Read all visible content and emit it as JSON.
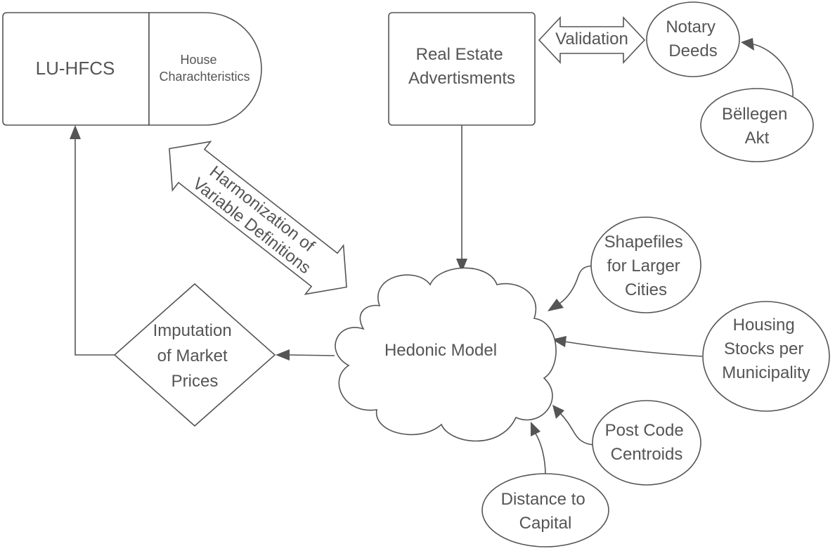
{
  "nodes": {
    "lu_hfcs": {
      "label": "LU-HFCS"
    },
    "house_characteristics": {
      "lines": [
        "House",
        "Charachteristics"
      ]
    },
    "real_estate_ads": {
      "lines": [
        "Real Estate",
        "Advertisments"
      ]
    },
    "validation": {
      "label": "Validation"
    },
    "notary_deeds": {
      "lines": [
        "Notary",
        "Deeds"
      ]
    },
    "bellegen_akt": {
      "lines": [
        "Bëllegen",
        "Akt"
      ]
    },
    "harmonization": {
      "lines": [
        "Harmonization of",
        "Variable Definitions"
      ]
    },
    "hedonic_model": {
      "label": "Hedonic Model"
    },
    "imputation": {
      "lines": [
        "Imputation",
        "of Market",
        "Prices"
      ]
    },
    "shapefiles": {
      "lines": [
        "Shapefiles",
        "for Larger",
        "Cities"
      ]
    },
    "housing_stocks": {
      "lines": [
        "Housing",
        "Stocks per",
        "Municipality"
      ]
    },
    "post_code": {
      "lines": [
        "Post Code",
        "Centroids"
      ]
    },
    "distance": {
      "lines": [
        "Distance to",
        "Capital"
      ]
    }
  },
  "edges": [
    {
      "from": "real_estate_ads",
      "to": "hedonic_model"
    },
    {
      "from": "bellegen_akt",
      "to": "notary_deeds"
    },
    {
      "from": "real_estate_ads",
      "to": "notary_deeds",
      "via": "validation",
      "bidirectional": true
    },
    {
      "from": "shapefiles",
      "to": "hedonic_model"
    },
    {
      "from": "housing_stocks",
      "to": "hedonic_model"
    },
    {
      "from": "post_code",
      "to": "hedonic_model"
    },
    {
      "from": "distance",
      "to": "hedonic_model"
    },
    {
      "from": "hedonic_model",
      "to": "imputation"
    },
    {
      "from": "imputation",
      "to": "lu_hfcs"
    },
    {
      "from": "house_characteristics",
      "to": "hedonic_model",
      "via": "harmonization",
      "bidirectional": true
    }
  ]
}
